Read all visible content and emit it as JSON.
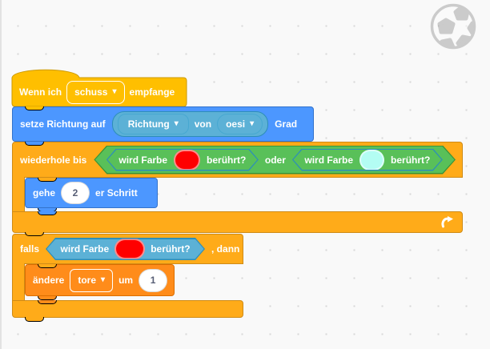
{
  "colors": {
    "events": "#FFBF00",
    "events_border": "#CC9900",
    "motion": "#4C97FF",
    "motion_border": "#3373CC",
    "control": "#FFAB19",
    "control_border": "#CF8B17",
    "operators": "#59C059",
    "operators_border": "#389438",
    "sensing": "#5CB1D6",
    "sensing_border": "#2E8EB8",
    "variables": "#FF8C1A",
    "variables_border": "#DB6E00"
  },
  "icons": {
    "dropdown_arrow": "▾",
    "loop_arrow": "loop-arrow",
    "watermark": "soccer-ball"
  },
  "blocks": {
    "when_receive": {
      "text_before": "Wenn ich",
      "message": "schuss",
      "text_after": "empfange"
    },
    "set_direction": {
      "prefix": "setze Richtung auf",
      "suffix": "Grad",
      "reporter": {
        "property": "Richtung",
        "of": "von",
        "sprite": "oesi"
      }
    },
    "repeat_until": {
      "label": "wiederhole bis",
      "or_operator": "oder",
      "condition_left": {
        "prefix": "wird Farbe",
        "suffix": "berührt?",
        "color": "#FF0000"
      },
      "condition_right": {
        "prefix": "wird Farbe",
        "suffix": "berührt?",
        "color": "#B3FDF3"
      }
    },
    "move_steps": {
      "prefix": "gehe",
      "steps": "2",
      "suffix": "er Schritt"
    },
    "if_then": {
      "label": "falls",
      "then_label": ", dann",
      "condition": {
        "prefix": "wird Farbe",
        "suffix": "berührt?",
        "color": "#FF0000"
      }
    },
    "change_variable": {
      "prefix": "ändere",
      "variable": "tore",
      "middle": "um",
      "amount": "1"
    }
  }
}
